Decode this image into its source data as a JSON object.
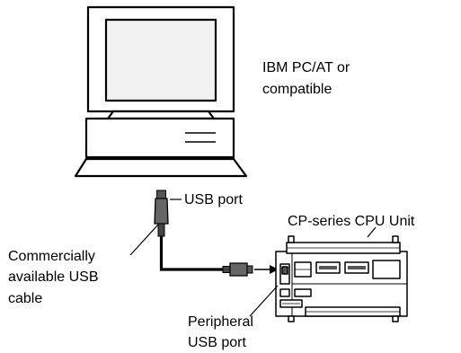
{
  "labels": {
    "pc": [
      "IBM PC/AT or",
      "compatible"
    ],
    "usb_port": "USB port",
    "cpu_unit": "CP-series CPU Unit",
    "cable": [
      "Commercially",
      "available USB",
      "cable"
    ],
    "peripheral_port": [
      "Peripheral",
      "USB port"
    ]
  },
  "colors": {
    "line": "#000000",
    "fill": "#ffffff",
    "screen_shade": "#f2f2f2"
  }
}
